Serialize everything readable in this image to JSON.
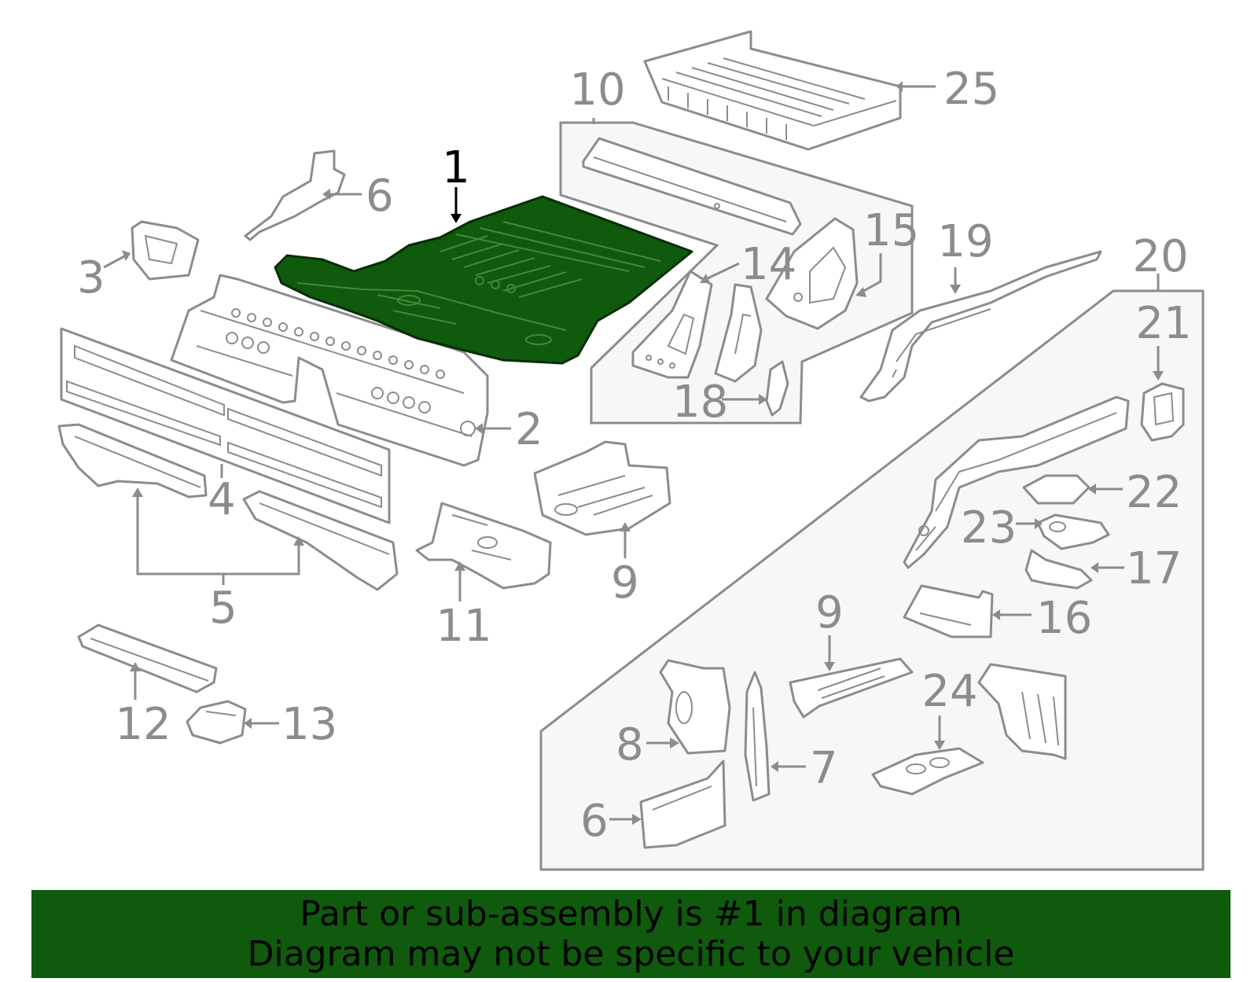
{
  "callouts": {
    "c1": "1",
    "c2": "2",
    "c3": "3",
    "c4": "4",
    "c5": "5",
    "c6a": "6",
    "c6b": "6",
    "c7": "7",
    "c8": "8",
    "c9a": "9",
    "c9b": "9",
    "c10": "10",
    "c11": "11",
    "c12": "12",
    "c13": "13",
    "c14": "14",
    "c15": "15",
    "c16": "16",
    "c17": "17",
    "c18": "18",
    "c19": "19",
    "c20": "20",
    "c21": "21",
    "c22": "22",
    "c23": "23",
    "c24": "24",
    "c25": "25"
  },
  "highlighted_part": "1",
  "colors": {
    "highlight": "#0f5a0d",
    "line": "#8c8c8c",
    "group_fill": "#f7f7f7"
  },
  "banner": {
    "line1": "Part or sub-assembly is #1 in diagram",
    "line2": "Diagram may not be specific to your vehicle"
  }
}
